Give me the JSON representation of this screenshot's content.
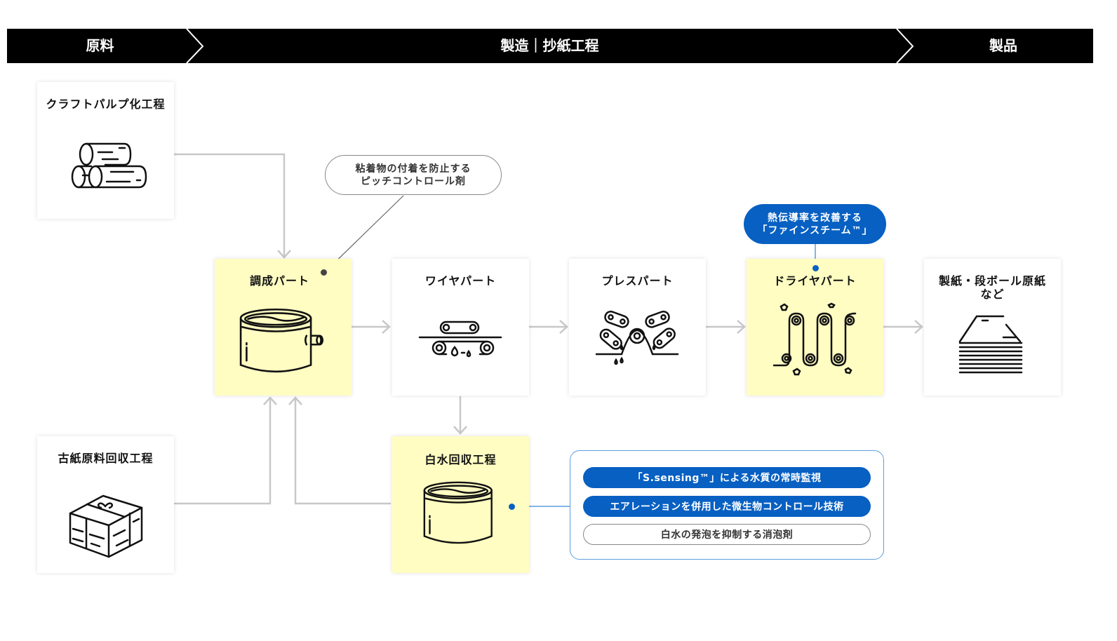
{
  "header": {
    "stages": [
      {
        "label": "原料"
      },
      {
        "label": "製造｜抄紙工程"
      },
      {
        "label": "製品"
      }
    ]
  },
  "nodes": {
    "kraft_pulp": {
      "title": "クラフトパルプ化工程",
      "icon": "logs-icon"
    },
    "waste_paper": {
      "title": "古紙原料回収工程",
      "icon": "paper-bundle-icon"
    },
    "preparation": {
      "title": "調成パート",
      "icon": "tank-with-pipe-icon",
      "highlighted": true
    },
    "wire": {
      "title": "ワイヤパート",
      "icon": "wire-conveyor-icon",
      "highlighted": false
    },
    "press": {
      "title": "プレスパート",
      "icon": "press-rollers-icon",
      "highlighted": false
    },
    "dryer": {
      "title": "ドライヤパート",
      "icon": "dryer-rollers-icon",
      "highlighted": true
    },
    "product": {
      "title_line1": "製紙・段ボール原紙",
      "title_line2": "など",
      "icon": "paper-stack-icon"
    },
    "white_water": {
      "title": "白水回収工程",
      "icon": "tank-icon",
      "highlighted": true
    }
  },
  "callouts": {
    "pitch_control": {
      "line1": "粘着物の付着を防止する",
      "line2": "ピッチコントロール剤",
      "style": "outline"
    },
    "fine_steam": {
      "line1": "熱伝導率を改善する",
      "line2": "「ファインスチーム™」",
      "style": "filled"
    }
  },
  "white_water_solutions": [
    {
      "label": "「S.sensing™」による水質の常時監視",
      "style": "filled"
    },
    {
      "label": "エアレーションを併用した微生物コントロール技術",
      "style": "filled"
    },
    {
      "label": "白水の発泡を抑制する消泡剤",
      "style": "outline"
    }
  ],
  "colors": {
    "accent_blue": "#0760c2",
    "highlight_yellow": "#fffdc2",
    "connector_gray": "#c8c8c8",
    "header_black": "#000000"
  }
}
